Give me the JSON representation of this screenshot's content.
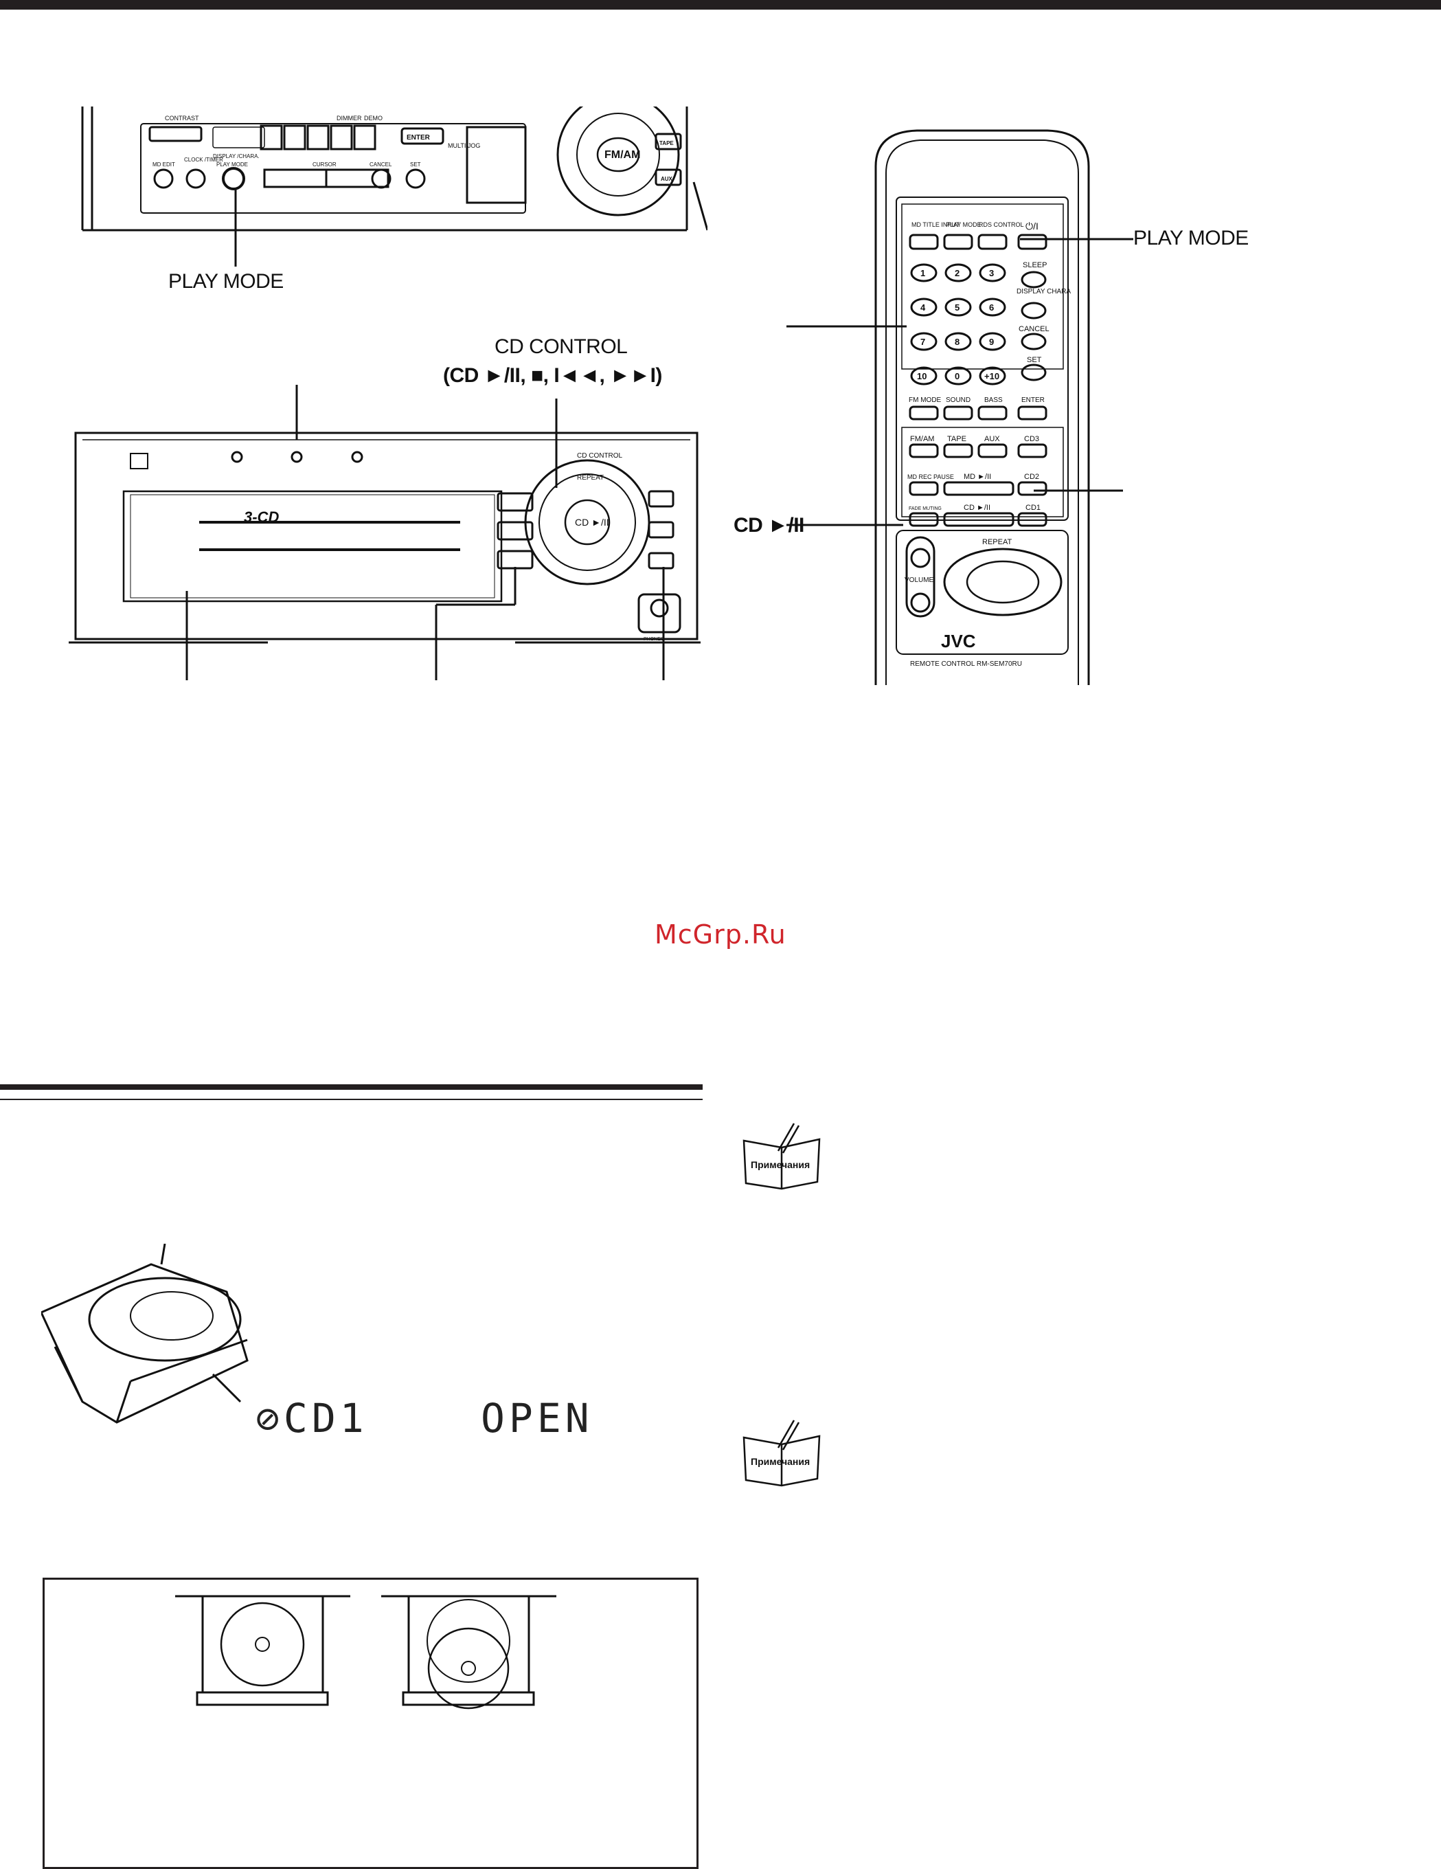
{
  "header": {
    "bar_color": "#231f20"
  },
  "labels": {
    "play_mode_unit": "PLAY MODE",
    "cd_control": "CD CONTROL",
    "cd_control_sub": "(CD ►/II, ■, I◄◄, ►►I)",
    "play_mode_remote": "PLAY MODE",
    "cd_play_remote": "CD ►/II"
  },
  "unit_panel": {
    "fm_am": "FM/AM",
    "contrast": "CONTRAST",
    "dimmer": "DIMMER",
    "demo": "DEMO",
    "display_chara": "DISPLAY /CHARA.",
    "enter": "ENTER",
    "md_edit": "MD EDIT",
    "clock_timer": "CLOCK /TIMER",
    "play_mode": "PLAY MODE",
    "cursor": "CURSOR",
    "cancel": "CANCEL",
    "set": "SET",
    "multi_jog": "MULTI JOG",
    "tape": "TAPE",
    "aux": "AUX"
  },
  "front_panel": {
    "cd_control_label": "CD CONTROL",
    "repeat": "REPEAT",
    "cd_play": "CD ►/II",
    "logo": "3-CD",
    "phones": "PHONES"
  },
  "remote": {
    "brand": "JVC",
    "model": "REMOTE CONTROL RM-SEM70RU",
    "row1": [
      "MD TITLE INPUT",
      "PLAY MODE",
      "RDS CONTROL",
      "⏻/I"
    ],
    "sleep": "SLEEP",
    "display_chara": "DISPLAY CHARA",
    "cancel": "CANCEL",
    "set": "SET",
    "numbers": [
      "1",
      "2",
      "3",
      "4",
      "5",
      "6",
      "7",
      "8",
      "9",
      "10",
      "0",
      "+10"
    ],
    "row_fm": [
      "FM MODE",
      "SOUND",
      "BASS",
      "ENTER"
    ],
    "row_src": [
      "FM/AM",
      "TAPE",
      "AUX",
      "CD3"
    ],
    "md_rec_pause": "MD REC PAUSE",
    "md_play": "MD ►/II",
    "cd2": "CD2",
    "fade_muting": "FADE MUTING",
    "cd_play": "CD ►/II",
    "cd1": "CD1",
    "repeat": "REPEAT",
    "volume": "VOLUME"
  },
  "watermark": "McGrp.Ru",
  "lcd": {
    "left": "CD1",
    "right": "OPEN"
  },
  "notes": {
    "icon_label": "Примечания"
  }
}
